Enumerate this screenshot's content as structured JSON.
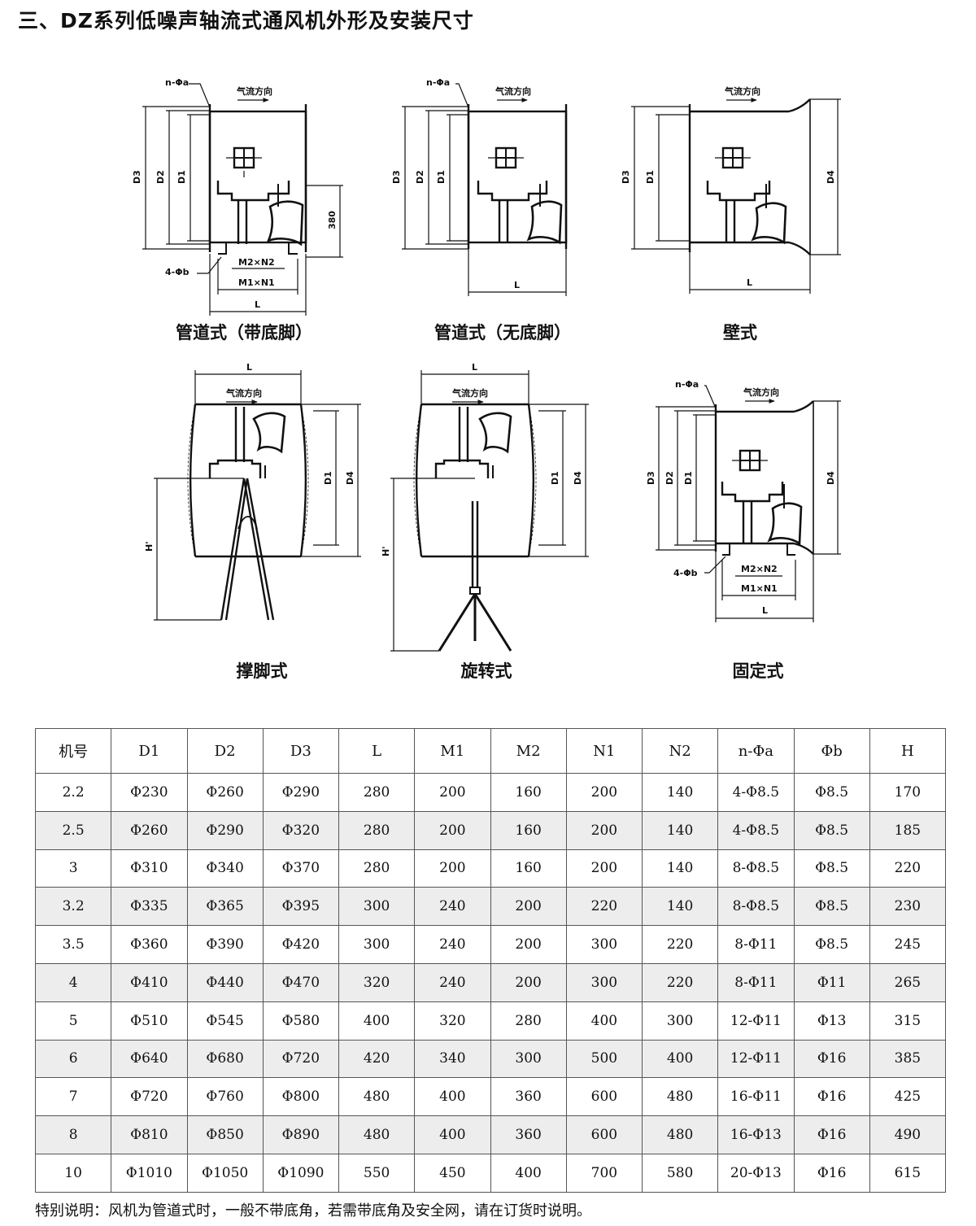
{
  "title": "三、DZ系列低噪声轴流式通风机外形及安装尺寸",
  "labels": {
    "airflow": "气流方向",
    "n_phi_a": "n-Φa",
    "four_phi_b": "4-Φb",
    "m2n2": "M2×N2",
    "m1n1": "M1×N1",
    "L": "L",
    "D1": "D1",
    "D2": "D2",
    "D3": "D3",
    "D4": "D4",
    "h380": "380",
    "H": "H'"
  },
  "captions": {
    "duct_with_base": "管道式（带底脚）",
    "duct_no_base": "管道式（无底脚）",
    "wall": "壁式",
    "tripod": "撑脚式",
    "rotary": "旋转式",
    "fixed": "固定式"
  },
  "table": {
    "headers": [
      "机号",
      "D1",
      "D2",
      "D3",
      "L",
      "M1",
      "M2",
      "N1",
      "N2",
      "n-Φa",
      "Φb",
      "H"
    ],
    "rows": [
      [
        "2.2",
        "Φ230",
        "Φ260",
        "Φ290",
        "280",
        "200",
        "160",
        "200",
        "140",
        "4-Φ8.5",
        "Φ8.5",
        "170"
      ],
      [
        "2.5",
        "Φ260",
        "Φ290",
        "Φ320",
        "280",
        "200",
        "160",
        "200",
        "140",
        "4-Φ8.5",
        "Φ8.5",
        "185"
      ],
      [
        "3",
        "Φ310",
        "Φ340",
        "Φ370",
        "280",
        "200",
        "160",
        "200",
        "140",
        "8-Φ8.5",
        "Φ8.5",
        "220"
      ],
      [
        "3.2",
        "Φ335",
        "Φ365",
        "Φ395",
        "300",
        "240",
        "200",
        "220",
        "140",
        "8-Φ8.5",
        "Φ8.5",
        "230"
      ],
      [
        "3.5",
        "Φ360",
        "Φ390",
        "Φ420",
        "300",
        "240",
        "200",
        "300",
        "220",
        "8-Φ11",
        "Φ8.5",
        "245"
      ],
      [
        "4",
        "Φ410",
        "Φ440",
        "Φ470",
        "320",
        "240",
        "200",
        "300",
        "220",
        "8-Φ11",
        "Φ11",
        "265"
      ],
      [
        "5",
        "Φ510",
        "Φ545",
        "Φ580",
        "400",
        "320",
        "280",
        "400",
        "300",
        "12-Φ11",
        "Φ13",
        "315"
      ],
      [
        "6",
        "Φ640",
        "Φ680",
        "Φ720",
        "420",
        "340",
        "300",
        "500",
        "400",
        "12-Φ11",
        "Φ16",
        "385"
      ],
      [
        "7",
        "Φ720",
        "Φ760",
        "Φ800",
        "480",
        "400",
        "360",
        "600",
        "480",
        "16-Φ11",
        "Φ16",
        "425"
      ],
      [
        "8",
        "Φ810",
        "Φ850",
        "Φ890",
        "480",
        "400",
        "360",
        "600",
        "480",
        "16-Φ13",
        "Φ16",
        "490"
      ],
      [
        "10",
        "Φ1010",
        "Φ1050",
        "Φ1090",
        "550",
        "450",
        "400",
        "700",
        "580",
        "20-Φ13",
        "Φ16",
        "615"
      ]
    ]
  },
  "footnote": "特别说明：风机为管道式时，一般不带底角，若需带底角及安全网，请在订货时说明。"
}
